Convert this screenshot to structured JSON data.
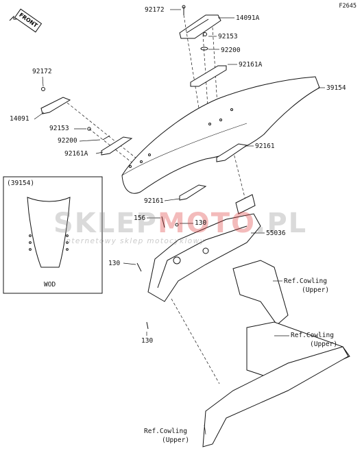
{
  "figure_code": "F2645",
  "front_label": "FRONT",
  "watermark": {
    "logo_part1": "SKLEP",
    "logo_part2": "MOTO",
    "logo_part3": ".PL",
    "tagline": "internetowy sklep motocyklowy"
  },
  "inset": {
    "ref": "(39154)",
    "caption": "WOD"
  },
  "labels": {
    "p92172_top": "92172",
    "p14091A": "14091A",
    "p92153_top": "92153",
    "p92200_top": "92200",
    "p92161A_top": "92161A",
    "p39154": "39154",
    "p92172_left": "92172",
    "p14091": "14091",
    "p92153_left": "92153",
    "p92200_left": "92200",
    "p92161A_left": "92161A",
    "p92161_right": "92161",
    "p92161_bottom": "92161",
    "p156": "156",
    "p130_mid": "130",
    "p55036": "55036",
    "p130_left": "130",
    "p130_bottom": "130",
    "ref1_line1": "Ref.Cowling",
    "ref1_line2": "(Upper)",
    "ref2_line1": "Ref.Cowling",
    "ref2_line2": "(Upper)",
    "ref3_line1": "Ref.Cowling",
    "ref3_line2": "(Upper)"
  }
}
